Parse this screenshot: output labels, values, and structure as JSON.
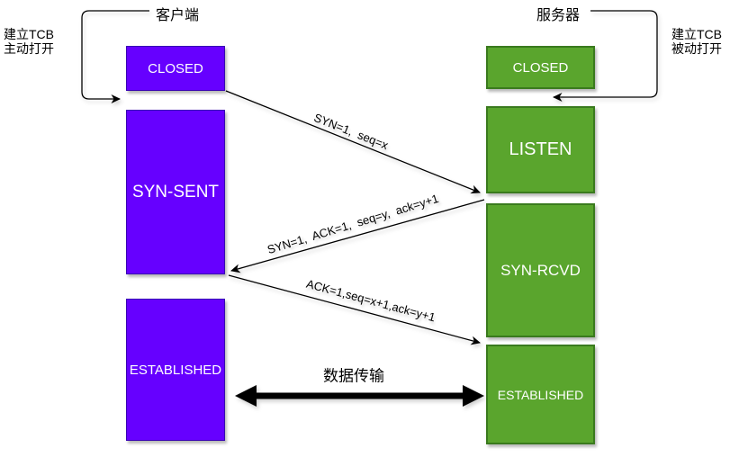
{
  "diagram": {
    "title_meaning": "TCP three-way handshake state diagram",
    "client": {
      "title": "客户端",
      "note_line1": "建立TCB",
      "note_line2": "主动打开",
      "states": [
        "CLOSED",
        "SYN-SENT",
        "ESTABLISHED"
      ]
    },
    "server": {
      "title": "服务器",
      "note_line1": "建立TCB",
      "note_line2": "被动打开",
      "states": [
        "CLOSED",
        "LISTEN",
        "SYN-RCVD",
        "ESTABLISHED"
      ]
    },
    "messages": [
      {
        "label": "SYN=1,  seq=x",
        "from": "client",
        "to": "server"
      },
      {
        "label": "SYN=1,  ACK=1,  seq=y,  ack=y+1",
        "from": "server",
        "to": "client"
      },
      {
        "label": "ACK=1,seq=x+1,ack=y+1",
        "from": "client",
        "to": "server"
      },
      {
        "label": "数据传输",
        "from": "client",
        "to": "server",
        "bidirectional": true
      }
    ],
    "colors": {
      "client_fill": "#6600ff",
      "client_border": "#3700b3",
      "server_fill": "#5aa52d",
      "server_border": "#3a7a1e",
      "state_text": "#ffffff",
      "line": "#000000"
    }
  }
}
